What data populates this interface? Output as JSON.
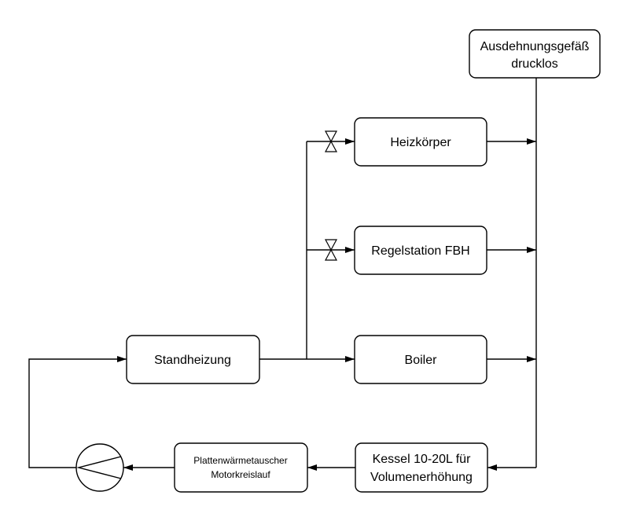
{
  "nodes": {
    "expansion_tank": {
      "line1": "Ausdehnungsgefäß",
      "line2": "drucklos"
    },
    "radiator": {
      "label": "Heizkörper"
    },
    "floor_heating_station": {
      "label": "Regelstation FBH"
    },
    "boiler": {
      "label": "Boiler"
    },
    "parking_heater": {
      "label": "Standheizung"
    },
    "vessel": {
      "line1": "Kessel 10-20L für",
      "line2": "Volumenerhöhung"
    },
    "plate_heat_exchanger": {
      "line1": "Plattenwärmetauscher",
      "line2": "Motorkreislauf"
    }
  },
  "symbols": {
    "valve_radiator": "valve-icon",
    "valve_floor_heating": "valve-icon",
    "pump": "pump-icon"
  }
}
